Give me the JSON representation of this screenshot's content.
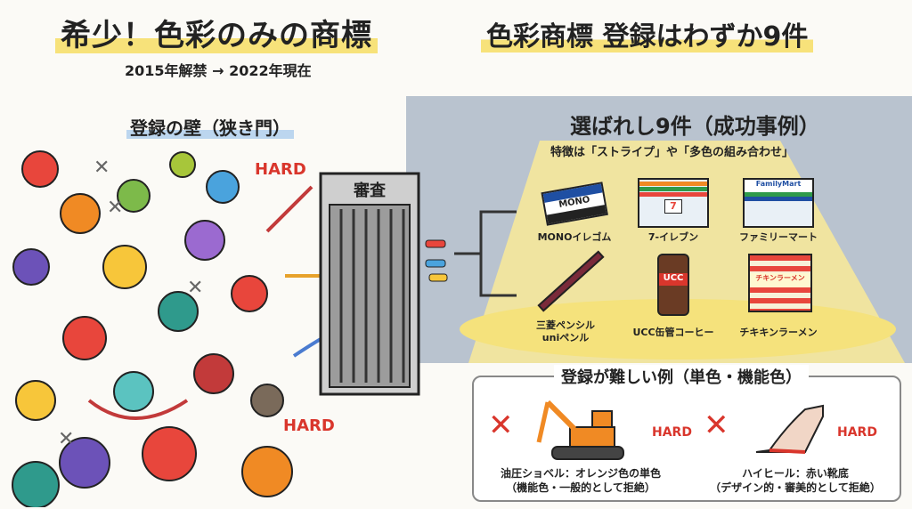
{
  "header": {
    "title_main": "希少！色彩のみの商標",
    "subtitle": "2015年解禁 → 2022年現在",
    "title_right": "色彩商標 登録はわずか9件"
  },
  "left": {
    "heading": "登録の壁（狭き門）",
    "gate_label": "審査",
    "hard_1": "HARD",
    "hard_2": "HARD"
  },
  "success": {
    "title": "選ばれし9件（成功事例）",
    "subtitle": "特徴は「ストライプ」や「多色の組み合わせ」",
    "items": [
      {
        "label": "MONOイレゴム",
        "pic_text": "MONO"
      },
      {
        "label": "7-イレブン",
        "pic_text": "7"
      },
      {
        "label": "ファミリーマート",
        "pic_text": "FamilyMart"
      },
      {
        "label": "三菱ペンシル\nuniペンル",
        "pic_text": ""
      },
      {
        "label": "UCC缶管コーヒー",
        "pic_text": "UCC"
      },
      {
        "label": "チキキンラーメン",
        "pic_text": "チキンラーメン"
      }
    ]
  },
  "difficult": {
    "title": "登録が難しい例（単色・機能色）",
    "hard_a": "HARD",
    "hard_b": "HARD",
    "case_a_line1": "油圧ショベル：オレンジ色の単色",
    "case_a_line2": "（機能色・一般的として拒絶）",
    "case_b_line1": "ハイヒール：赤い靴底",
    "case_b_line2": "（デザイン的・審美的として拒絶）"
  },
  "colors": {
    "accent_yellow": "#f7e27a",
    "hard_red": "#d9362c",
    "spot_bg": "#b9c3cf",
    "spot_light": "#f6e89a"
  }
}
